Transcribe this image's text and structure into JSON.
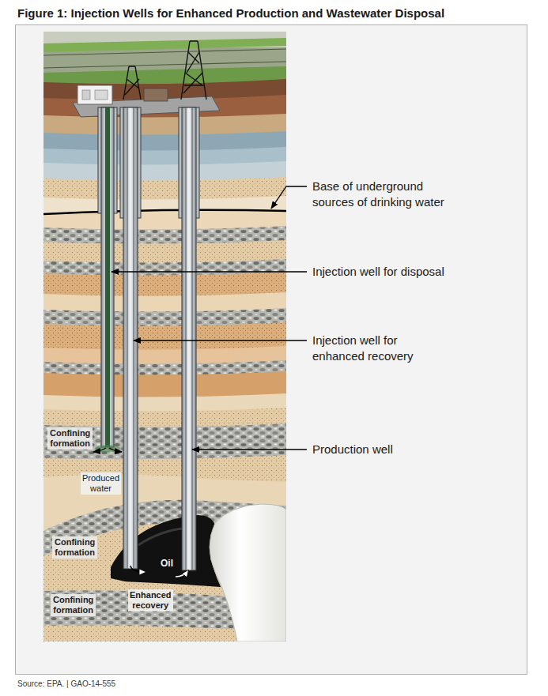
{
  "diagram": {
    "title": "Figure 1: Injection Wells for Enhanced Production and Wastewater Disposal",
    "caption": "Source: EPA. | GAO-14-555",
    "nodes": [
      {
        "text": [
          "Confining formation"
        ]
      },
      {
        "text": [
          "Confining formation"
        ]
      },
      {
        "text": [
          "Confining formation"
        ]
      }
    ],
    "labels": [
      "Base of underground sources of drinking water",
      "Injection well for disposal",
      "Injection well for enhanced recovery",
      "Production well",
      "Produced water",
      "Oil",
      "Enhanced recovery"
    ]
  }
}
